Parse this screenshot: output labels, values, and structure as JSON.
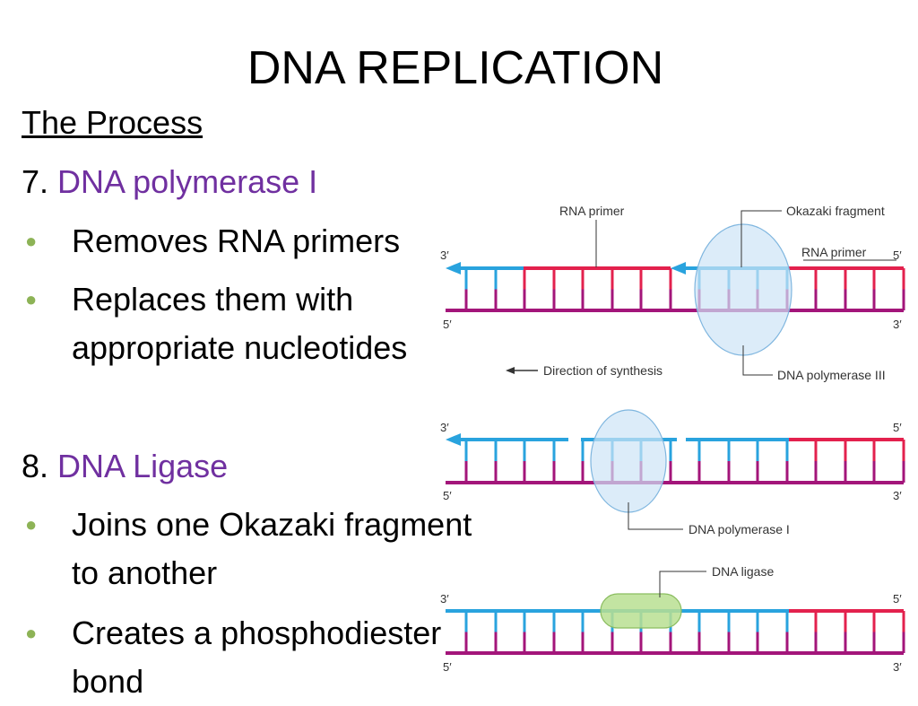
{
  "title": "DNA REPLICATION",
  "subtitle": "The Process",
  "colors": {
    "enzyme": "#7030a0",
    "bullet": "#8db356",
    "strand_blue": "#29a3de",
    "strand_red": "#e3214d",
    "strand_purple": "#a3157a",
    "polymerase_fill": "#cde4f7",
    "ligase_fill": "#b8df92"
  },
  "steps": [
    {
      "number": "7.",
      "enzyme": "DNA polymerase I",
      "bullets": [
        "Removes RNA primers",
        "Replaces them with appropriate nucleotides"
      ]
    },
    {
      "number": "8.",
      "enzyme": "DNA Ligase",
      "bullets": [
        "Joins one Okazaki fragment to another",
        "Creates a phosphodiester bond"
      ]
    }
  ],
  "diagram": {
    "panel1": {
      "label_rna_primer_top": "RNA primer",
      "label_okazaki": "Okazaki fragment",
      "label_rna_primer_right": "RNA primer",
      "label_polymerase": "DNA polymerase III",
      "label_direction": "Direction of synthesis",
      "end_top_left": "3′",
      "end_top_right": "5′",
      "end_bottom_left": "5′",
      "end_bottom_right": "3′"
    },
    "panel2": {
      "label_polymerase": "DNA polymerase I",
      "end_top_left": "3′",
      "end_top_right": "5′",
      "end_bottom_left": "5′",
      "end_bottom_right": "3′"
    },
    "panel3": {
      "label_ligase": "DNA ligase",
      "end_top_left": "3′",
      "end_top_right": "5′",
      "end_bottom_left": "5′",
      "end_bottom_right": "3′"
    }
  }
}
